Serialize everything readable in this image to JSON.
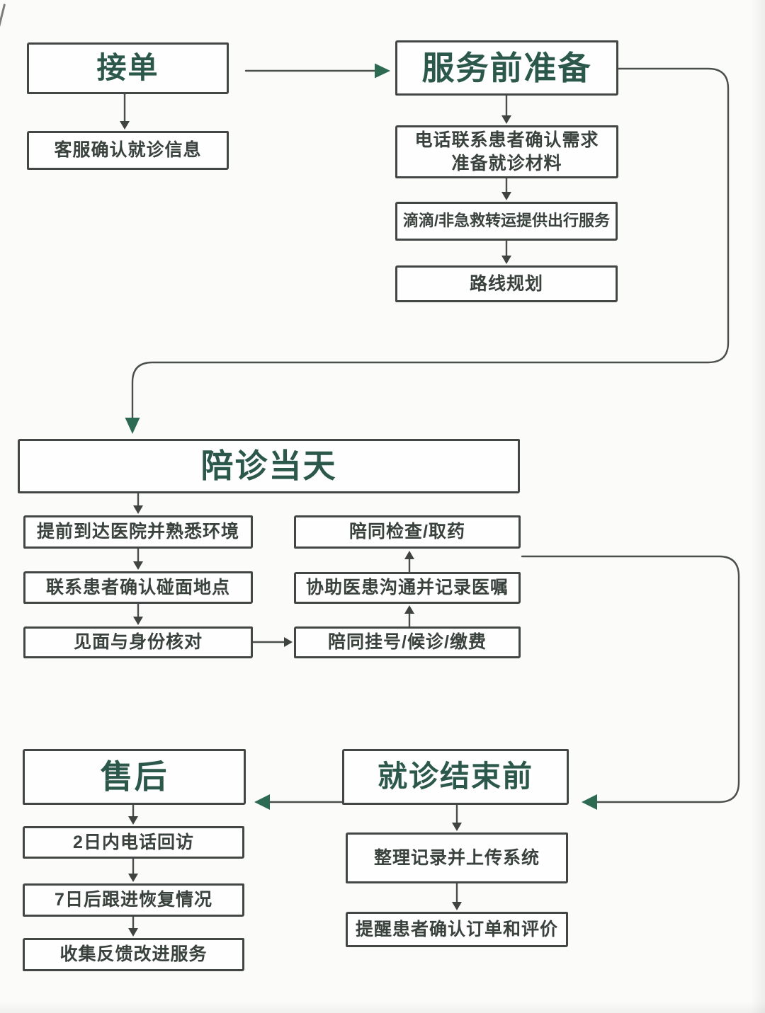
{
  "colors": {
    "background": "#fbfbf9",
    "box_border": "#424745",
    "title_green": "#2b584a",
    "step_text": "#3a423e",
    "connector": "#4a4e4c",
    "arrow_green": "#2c6b52",
    "arrow_dark": "#3f4442"
  },
  "nodes": {
    "jiedan": {
      "label": "接单"
    },
    "kefu": {
      "label": "客服确认就诊信息"
    },
    "fuwu": {
      "label": "服务前准备"
    },
    "dianhua": {
      "line1": "电话联系患者确认需求",
      "line2": "准备就诊材料"
    },
    "didi": {
      "label": "滴滴/非急救转运提供出行服务"
    },
    "luxian": {
      "label": "路线规划"
    },
    "peizhen": {
      "label": "陪诊当天"
    },
    "tiqian": {
      "label": "提前到达医院并熟悉环境"
    },
    "lianxi": {
      "label": "联系患者确认碰面地点"
    },
    "jianmian": {
      "label": "见面与身份核对"
    },
    "jiancha": {
      "label": "陪同检查/取药"
    },
    "xiezhu": {
      "label": "协助医患沟通并记录医嘱"
    },
    "guahao": {
      "label": "陪同挂号/候诊/缴费"
    },
    "shouhou": {
      "label": "售后"
    },
    "huifang": {
      "label": "2日内电话回访"
    },
    "genjin": {
      "label": "7日后跟进恢复情况"
    },
    "fankui": {
      "label": "收集反馈改进服务"
    },
    "jiezhen": {
      "label": "就诊结束前"
    },
    "zhengli": {
      "label": "整理记录并上传系统"
    },
    "tixing": {
      "label": "提醒患者确认订单和评价"
    }
  },
  "edges": [
    {
      "from": "jiedan",
      "to": "fuwu",
      "style": "green-arrow"
    },
    {
      "from": "jiedan",
      "to": "kefu",
      "style": "dark-arrow"
    },
    {
      "from": "fuwu",
      "to": "dianhua",
      "style": "dark-arrow"
    },
    {
      "from": "dianhua",
      "to": "didi",
      "style": "dark-arrow"
    },
    {
      "from": "didi",
      "to": "luxian",
      "style": "dark-arrow"
    },
    {
      "from": "fuwu",
      "to": "peizhen",
      "style": "green-arrow-curved"
    },
    {
      "from": "peizhen",
      "to": "tiqian",
      "style": "dark-arrow"
    },
    {
      "from": "tiqian",
      "to": "lianxi",
      "style": "dark-arrow"
    },
    {
      "from": "lianxi",
      "to": "jianmian",
      "style": "dark-arrow"
    },
    {
      "from": "jianmian",
      "to": "guahao",
      "style": "dark-arrow"
    },
    {
      "from": "guahao",
      "to": "xiezhu",
      "style": "dark-arrow-up"
    },
    {
      "from": "xiezhu",
      "to": "jiancha",
      "style": "dark-arrow-up"
    },
    {
      "from": "jiancha",
      "to": "jiezhen",
      "style": "green-arrow-curved"
    },
    {
      "from": "jiezhen",
      "to": "shouhou",
      "style": "green-arrow"
    },
    {
      "from": "jiezhen",
      "to": "zhengli",
      "style": "dark-arrow"
    },
    {
      "from": "zhengli",
      "to": "tixing",
      "style": "dark-arrow"
    },
    {
      "from": "shouhou",
      "to": "huifang",
      "style": "dark-arrow"
    },
    {
      "from": "huifang",
      "to": "genjin",
      "style": "dark-arrow"
    },
    {
      "from": "genjin",
      "to": "fankui",
      "style": "dark-arrow"
    }
  ]
}
